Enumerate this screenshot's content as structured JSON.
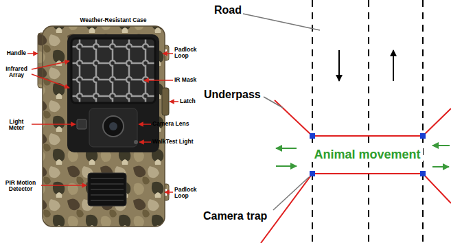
{
  "diagram": {
    "labels": [
      "Weather-Resistant Case",
      "Handle",
      "Padlock Loop",
      "Infrared Array",
      "IR Mask",
      "Latch",
      "Light Meter",
      "Camera Lens",
      "WalkTest Light",
      "PIR Motion Detector",
      "Padlock Loop",
      "Road",
      "Underpass",
      "Animal movement",
      "Camera trap"
    ]
  }
}
